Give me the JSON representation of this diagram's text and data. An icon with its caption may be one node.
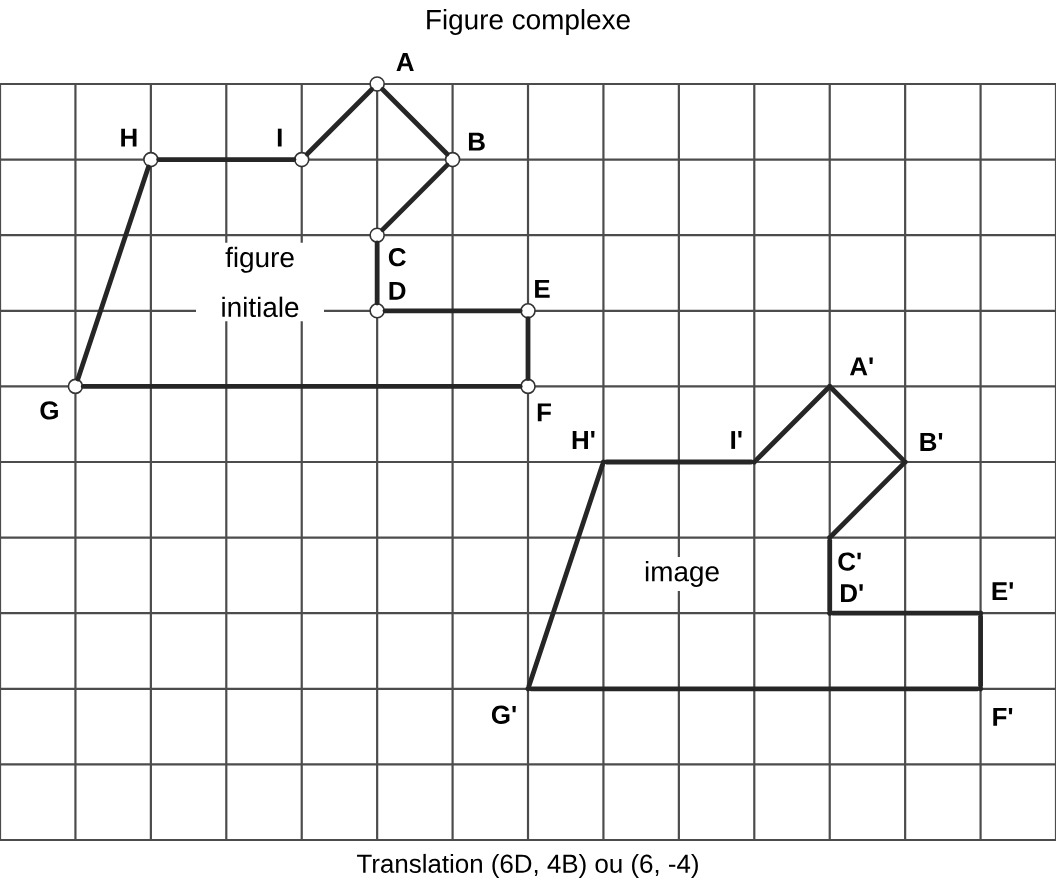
{
  "diagram": {
    "title": "Figure complexe",
    "caption": "Translation (6D, 4B) ou (6, -4)",
    "nodes": [
      {
        "text": [],
        "shape": "circle",
        "beside": [
          "A"
        ]
      },
      {
        "text": [],
        "shape": "circle",
        "beside": [
          "B"
        ]
      },
      {
        "text": [],
        "shape": "circle",
        "beside": [
          "C"
        ]
      },
      {
        "text": [],
        "shape": "circle",
        "beside": [
          "D"
        ]
      },
      {
        "text": [],
        "shape": "circle",
        "beside": [
          "E"
        ]
      },
      {
        "text": [],
        "shape": "circle",
        "beside": [
          "F"
        ]
      },
      {
        "text": [],
        "shape": "circle",
        "beside": [
          "G"
        ]
      },
      {
        "text": [],
        "shape": "circle",
        "beside": [
          "H"
        ]
      },
      {
        "text": [],
        "shape": "circle",
        "beside": [
          "I"
        ]
      },
      {
        "text": [],
        "shape": "point",
        "beside": [
          "A'"
        ]
      },
      {
        "text": [],
        "shape": "point",
        "beside": [
          "B'"
        ]
      },
      {
        "text": [],
        "shape": "point",
        "beside": [
          "C'"
        ]
      },
      {
        "text": [],
        "shape": "point",
        "beside": [
          "D'"
        ]
      },
      {
        "text": [],
        "shape": "point",
        "beside": [
          "E'"
        ]
      },
      {
        "text": [],
        "shape": "point",
        "beside": [
          "F'"
        ]
      },
      {
        "text": [],
        "shape": "point",
        "beside": [
          "G'"
        ]
      },
      {
        "text": [],
        "shape": "point",
        "beside": [
          "H'"
        ]
      },
      {
        "text": [],
        "shape": "point",
        "beside": [
          "I'"
        ]
      }
    ],
    "edges": [
      {
        "from": 0,
        "to": 1,
        "arrow": "none"
      },
      {
        "from": 1,
        "to": 2,
        "arrow": "none"
      },
      {
        "from": 2,
        "to": 3,
        "arrow": "none"
      },
      {
        "from": 3,
        "to": 4,
        "arrow": "none"
      },
      {
        "from": 4,
        "to": 5,
        "arrow": "none"
      },
      {
        "from": 5,
        "to": 6,
        "arrow": "none"
      },
      {
        "from": 6,
        "to": 7,
        "arrow": "none"
      },
      {
        "from": 7,
        "to": 8,
        "arrow": "none"
      },
      {
        "from": 8,
        "to": 0,
        "arrow": "none"
      },
      {
        "from": 9,
        "to": 10,
        "arrow": "none"
      },
      {
        "from": 10,
        "to": 11,
        "arrow": "none"
      },
      {
        "from": 11,
        "to": 12,
        "arrow": "none"
      },
      {
        "from": 12,
        "to": 13,
        "arrow": "none"
      },
      {
        "from": 13,
        "to": 14,
        "arrow": "none"
      },
      {
        "from": 14,
        "to": 15,
        "arrow": "none"
      },
      {
        "from": 15,
        "to": 16,
        "arrow": "none"
      },
      {
        "from": 16,
        "to": 17,
        "arrow": "none"
      },
      {
        "from": 17,
        "to": 9,
        "arrow": "none"
      }
    ],
    "labels": [
      "figure initiale",
      "image"
    ]
  }
}
